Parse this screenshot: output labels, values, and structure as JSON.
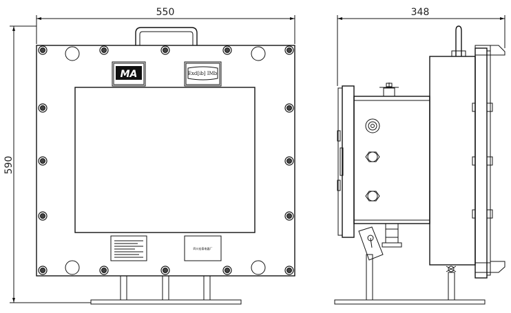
{
  "dimensions": {
    "front_width": "550",
    "front_height": "590",
    "side_depth": "348"
  },
  "plates": {
    "ma_mark": "MA",
    "explosion_proof": "Exd[ib] IMb",
    "bottom_right_text": "四川宏泰电器厂"
  }
}
